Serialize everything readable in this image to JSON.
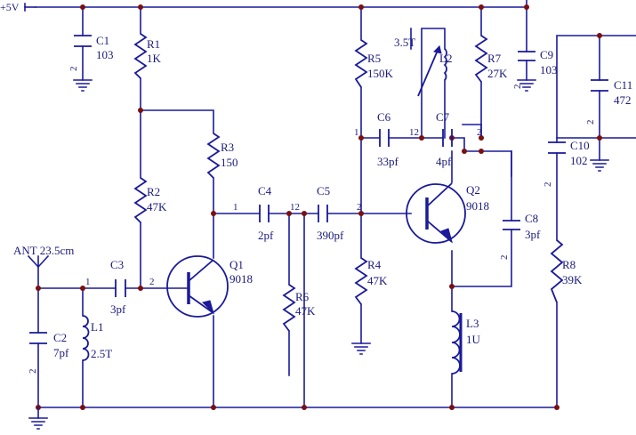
{
  "supply": {
    "label": "+5V"
  },
  "antenna": {
    "label": "ANT 23.5cm"
  },
  "components": {
    "C1": {
      "ref": "C1",
      "value": "103"
    },
    "R1": {
      "ref": "R1",
      "value": "1K"
    },
    "R3": {
      "ref": "R3",
      "value": "150"
    },
    "R2": {
      "ref": "R2",
      "value": "47K"
    },
    "C3": {
      "ref": "C3",
      "value": "3pf"
    },
    "C2": {
      "ref": "C2",
      "value": "7pf"
    },
    "L1": {
      "ref": "L1",
      "value": "2.5T"
    },
    "Q1": {
      "ref": "Q1",
      "value": "9018"
    },
    "C4": {
      "ref": "C4",
      "value": "2pf"
    },
    "C5": {
      "ref": "C5",
      "value": "390pf"
    },
    "R6": {
      "ref": "R6",
      "value": "47K"
    },
    "R5": {
      "ref": "R5",
      "value": "150K"
    },
    "R4": {
      "ref": "R4",
      "value": "47K"
    },
    "L2": {
      "ref": "L2",
      "value": "3.5T"
    },
    "C6": {
      "ref": "C6",
      "value": "33pf"
    },
    "C7": {
      "ref": "C7",
      "value": "4pf"
    },
    "R7": {
      "ref": "R7",
      "value": "27K"
    },
    "C9": {
      "ref": "C9",
      "value": "103"
    },
    "Q2": {
      "ref": "Q2",
      "value": "9018"
    },
    "C8": {
      "ref": "C8",
      "value": "3pf"
    },
    "L3": {
      "ref": "L3",
      "value": "1U"
    },
    "R8": {
      "ref": "R8",
      "value": "39K"
    },
    "C10": {
      "ref": "C10",
      "value": "102"
    },
    "C11": {
      "ref": "C11",
      "value": "472"
    }
  },
  "pin_numbers": {
    "one": "1",
    "two": "2",
    "twelve": "12"
  }
}
